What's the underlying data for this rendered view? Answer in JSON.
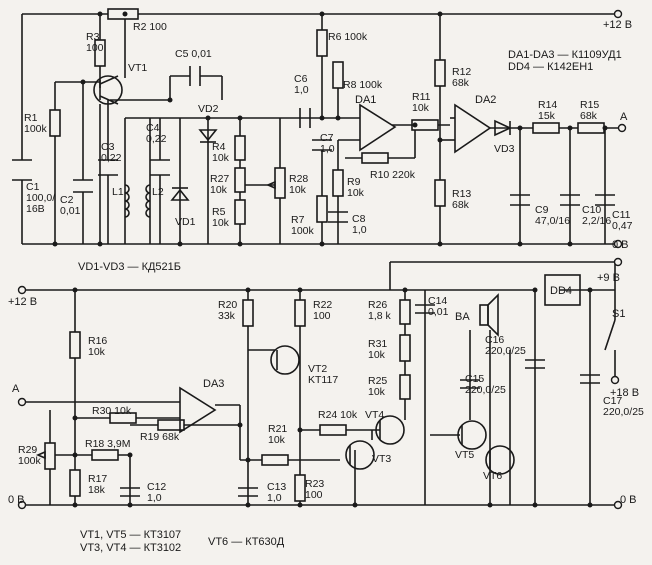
{
  "rails": {
    "plus12_top": "+12 В",
    "zero_top": "0 В",
    "plus9": "+9 В",
    "plus12_bottom": "+12 В",
    "zero_bl": "0 В",
    "zero_br": "0 В",
    "plus18": "+18 В"
  },
  "legend": {
    "da": "DA1-DA3 — К1109УД1",
    "dd": "DD4 — К142ЕН1",
    "vd": "VD1-VD3 — КД521Б",
    "vt1": "VT1, VT5 — КТ3107",
    "vt3": "VT3, VT4 — КТ3102",
    "vt6": "VT6 — КТ630Д"
  },
  "nodes": {
    "A_out": "A",
    "A_in": "A"
  },
  "switch": {
    "name": "S1"
  },
  "speaker": {
    "name": "BA"
  },
  "chips": {
    "da1": "DA1",
    "da2": "DA2",
    "da3": "DA3",
    "dd4": "DD4"
  },
  "components": {
    "R2": [
      "R2 100"
    ],
    "R3": [
      "R3",
      "100"
    ],
    "VT1": [
      "VT1"
    ],
    "R1": [
      "R1",
      "100k"
    ],
    "C1": [
      "C1",
      "100,0/",
      "16B"
    ],
    "C2": [
      "C2",
      "0,01"
    ],
    "C3": [
      "C3",
      "0,22"
    ],
    "C4": [
      "C4",
      "0,22"
    ],
    "L1": [
      "L1"
    ],
    "L2": [
      "L2"
    ],
    "C5": [
      "C5 0,01"
    ],
    "VD2": [
      "VD2"
    ],
    "VD1": [
      "VD1"
    ],
    "R4": [
      "R4",
      "10k"
    ],
    "R27": [
      "R27",
      "10k"
    ],
    "R5": [
      "R5",
      "10k"
    ],
    "R28": [
      "R28",
      "10k"
    ],
    "R7": [
      "R7",
      "100k"
    ],
    "R6": [
      "R6 100k"
    ],
    "C6": [
      "C6",
      "1,0"
    ],
    "R8": [
      "R8 100k"
    ],
    "C7": [
      "C7",
      "1,0"
    ],
    "R9": [
      "R9",
      "10k"
    ],
    "C8": [
      "C8",
      "1,0"
    ],
    "R10": [
      "R10 220k"
    ],
    "R11": [
      "R11",
      "10k"
    ],
    "R12": [
      "R12",
      "68k"
    ],
    "R13": [
      "R13",
      "68k"
    ],
    "VD3": [
      "VD3"
    ],
    "R14": [
      "R14",
      "15k"
    ],
    "R15": [
      "R15",
      "68k"
    ],
    "C9": [
      "C9",
      "47,0/16"
    ],
    "C10": [
      "C10",
      "2,2/16"
    ],
    "C11": [
      "C11",
      "0,47"
    ],
    "R16": [
      "R16",
      "10k"
    ],
    "R29": [
      "R29",
      "100k"
    ],
    "R30": [
      "R30 10k"
    ],
    "R18": [
      "R18 3,9M"
    ],
    "R19": [
      "R19 68k"
    ],
    "R17": [
      "R17",
      "18k"
    ],
    "C12": [
      "C12",
      "1,0"
    ],
    "R20": [
      "R20",
      "33k"
    ],
    "R22": [
      "R22",
      "100"
    ],
    "VT2": [
      "VT2",
      "KT117"
    ],
    "R21": [
      "R21",
      "10k"
    ],
    "C13": [
      "C13",
      "1,0"
    ],
    "R23": [
      "R23",
      "100"
    ],
    "R24": [
      "R24 10k"
    ],
    "VT3": [
      "VT3"
    ],
    "VT4": [
      "VT4"
    ],
    "R26": [
      "R26",
      "1,8 k"
    ],
    "C14": [
      "C14",
      "0,01"
    ],
    "R31": [
      "R31",
      "10k"
    ],
    "R25": [
      "R25",
      "10k"
    ],
    "C15": [
      "C15",
      "220,0/25"
    ],
    "C16": [
      "C16",
      "220,0/25"
    ],
    "VT5": [
      "VT5"
    ],
    "VT6": [
      "VT6"
    ],
    "C17": [
      "C17",
      "220,0/25"
    ]
  }
}
